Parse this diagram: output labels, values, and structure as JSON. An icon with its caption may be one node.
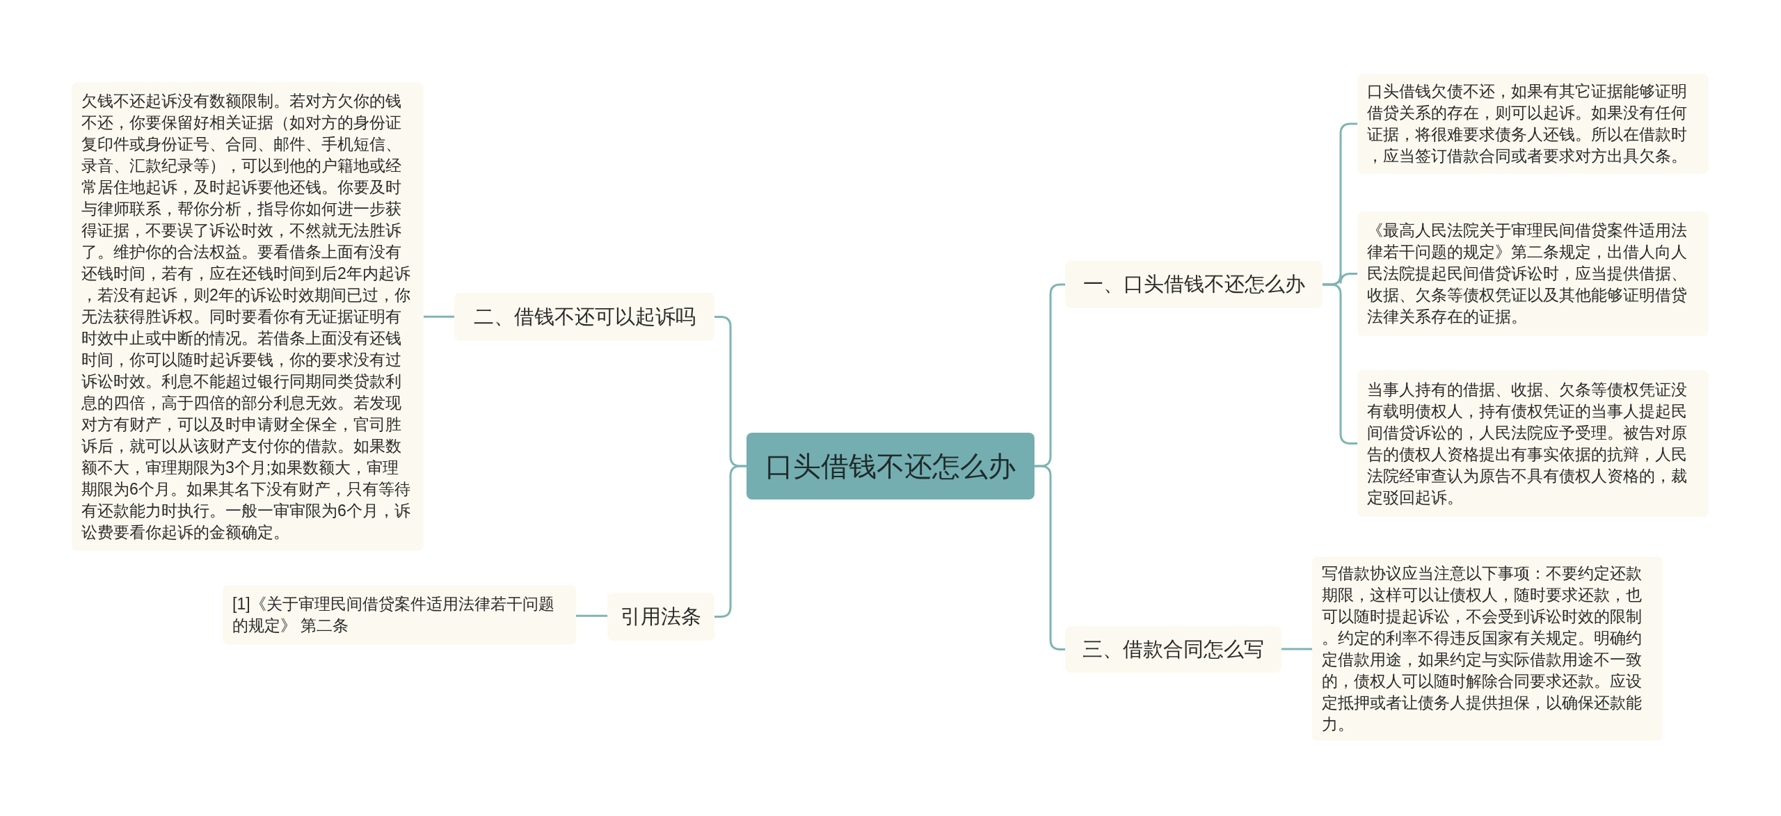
{
  "diagram": {
    "nodes": [
      {
        "text": [
          "口头借钱不还怎么办"
        ]
      },
      {
        "text": [
          "一、口头借钱不还怎么办"
        ]
      },
      {
        "text": [
          "口头借钱欠债不还，如果有其它证据能够证明借贷关系的存在，则可以起诉。如果没有任何证据，将很难要求债务人还钱。所以在借款时，应当签订借款合同或者要求对方出具欠条。"
        ]
      },
      {
        "text": [
          "《最高人民法院关于审理民间借贷案件适用法律若干问题的规定》第二条规定，出借人向人民法院提起民间借贷诉讼时，应当提供借据、收据、欠条等债权凭证以及其他能够证明借贷法律关系存在的证据。"
        ]
      },
      {
        "text": [
          "当事人持有的借据、收据、欠条等债权凭证没有载明债权人，持有债权凭证的当事人提起民间借贷诉讼的，人民法院应予受理。被告对原告的债权人资格提出有事实依据的抗辩，人民法院经审查认为原告不具有债权人资格的，裁定驳回起诉。"
        ]
      },
      {
        "text": [
          "三、借款合同怎么写"
        ]
      },
      {
        "text": [
          "写借款协议应当注意以下事项：不要约定还款期限，这样可以让债权人，随时要求还款，也可以随时提起诉讼，不会受到诉讼时效的限制。约定的利率不得违反国家有关规定。明确约定借款用途，如果约定与实际借款用途不一致的，债权人可以随时解除合同要求还款。应设定抵押或者让债务人提供担保，以确保还款能力。"
        ]
      },
      {
        "text": [
          "二、借钱不还可以起诉吗"
        ]
      },
      {
        "text": [
          "欠钱不还起诉没有数额限制。若对方欠你的钱不还，你要保留好相关证据（如对方的身份证复印件或身份证号、合同、邮件、手机短信、录音、汇款纪录等），可以到他的户籍地或经常居住地起诉，及时起诉要他还钱。你要及时与律师联系，帮你分析，指导你如何进一步获得证据，不要误了诉讼时效，不然就无法胜诉了。维护你的合法权益。要看借条上面有没有还钱时间，若有，应在还钱时间到后2年内起诉，若没有起诉，则2年的诉讼时效期间已过，你无法获得胜诉权。同时要看你有无证据证明有时效中止或中断的情况。若借条上面没有还钱时间，你可以随时起诉要钱，你的要求没有过诉讼时效。利息不能超过银行同期同类贷款利息的四倍，高于四倍的部分利息无效。若发现对方有财产，可以及时申请财全保全，官司胜诉后，就可以从该财产支付你的借款。如果数额不大，审理期限为3个月;如果数额大，审理期限为6个月。如果其名下没有财产，只有等待有还款能力时执行。一般一审审限为6个月，诉讼费要看你起诉的金额确定。"
        ]
      },
      {
        "text": [
          "引用法条"
        ]
      },
      {
        "text": [
          "[1]《关于审理民间借贷案件适用法律若干问题的规定》 第二条"
        ]
      }
    ],
    "edges": [
      {
        "from": 0,
        "to": 1,
        "arrow": "none"
      },
      {
        "from": 1,
        "to": 2,
        "arrow": "none"
      },
      {
        "from": 1,
        "to": 3,
        "arrow": "none"
      },
      {
        "from": 1,
        "to": 4,
        "arrow": "none"
      },
      {
        "from": 0,
        "to": 5,
        "arrow": "none"
      },
      {
        "from": 5,
        "to": 6,
        "arrow": "none"
      },
      {
        "from": 0,
        "to": 7,
        "arrow": "none"
      },
      {
        "from": 7,
        "to": 8,
        "arrow": "none"
      },
      {
        "from": 0,
        "to": 9,
        "arrow": "none"
      },
      {
        "from": 9,
        "to": 10,
        "arrow": "none"
      }
    ]
  }
}
